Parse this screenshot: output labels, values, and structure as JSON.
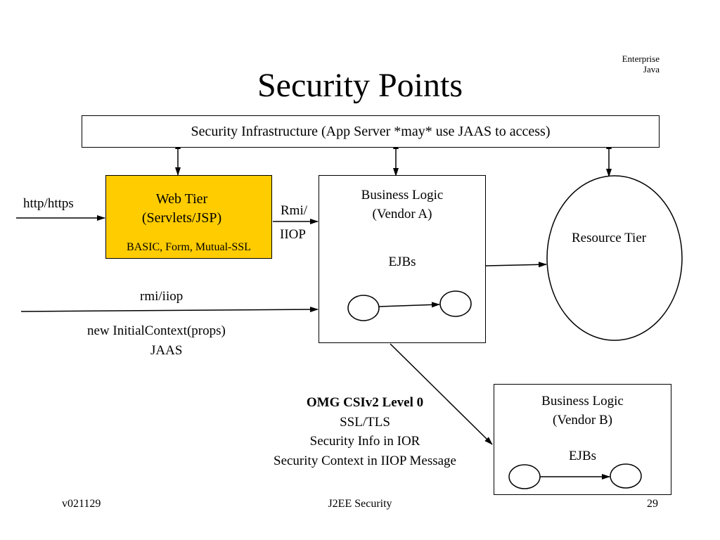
{
  "corner": {
    "line1": "Enterprise",
    "line2": "Java"
  },
  "title": "Security Points",
  "infrastructure": "Security Infrastructure (App Server *may* use JAAS to access)",
  "web_tier": {
    "line1": "Web Tier",
    "line2": "(Servlets/JSP)",
    "auth": "BASIC, Form, Mutual-SSL",
    "fill_color": "#ffcc00"
  },
  "business_a": {
    "line1": "Business Logic",
    "line2": "(Vendor A)",
    "ejbs": "EJBs"
  },
  "business_b": {
    "line1": "Business Logic",
    "line2": "(Vendor B)",
    "ejbs": "EJBs"
  },
  "resource_tier": "Resource Tier",
  "labels": {
    "http": "http/https",
    "rmi_line1": "Rmi/",
    "rmi_line2": "IIOP",
    "rmiiiop": "rmi/iiop",
    "initial_context": "new InitialContext(props)",
    "jaas": "JAAS"
  },
  "csiv2": {
    "heading": "OMG CSIv2 Level 0",
    "line1": "SSL/TLS",
    "line2": "Security Info in IOR",
    "line3": "Security Context in IIOP Message"
  },
  "footer": {
    "version": "v021129",
    "topic": "J2EE Security",
    "page": "29"
  }
}
